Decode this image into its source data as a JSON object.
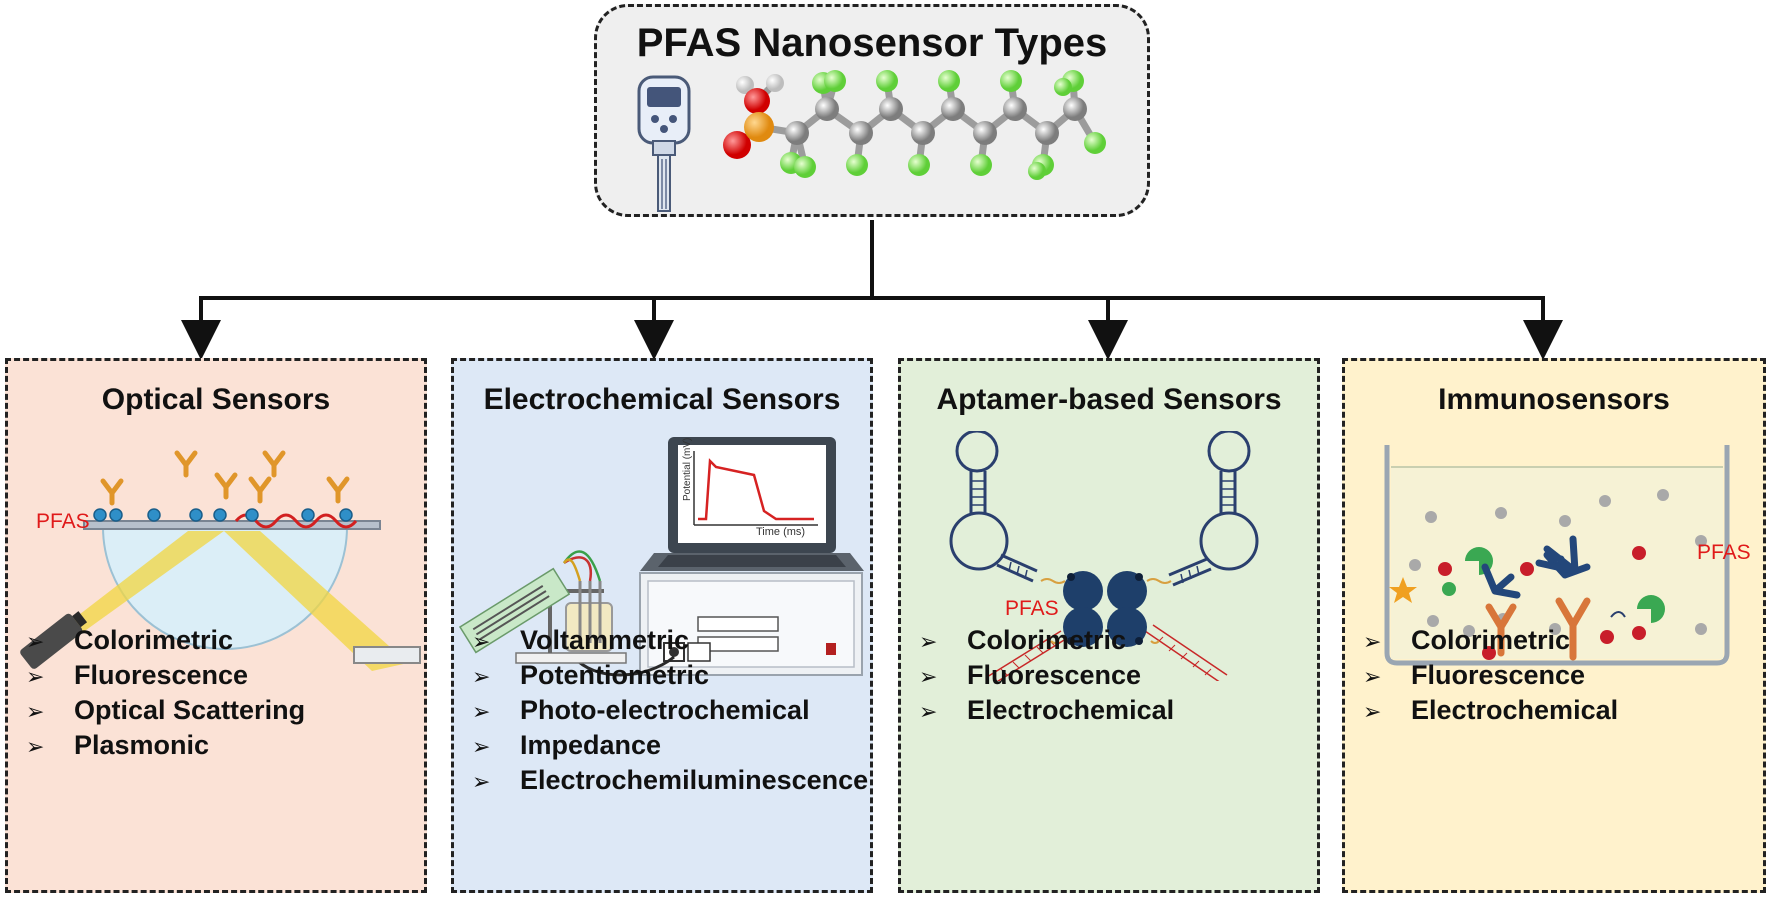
{
  "root": {
    "title": "PFAS Nanosensor Types"
  },
  "panels": [
    {
      "title": "Optical Sensors",
      "bg": "#fbe2d6",
      "label": "PFAS",
      "methods": [
        "Colorimetric",
        "Fluorescence",
        "Optical Scattering",
        "Plasmonic"
      ]
    },
    {
      "title": "Electrochemical Sensors",
      "bg": "#dde8f6",
      "plot_ylabel": "Potential (mV)",
      "plot_xlabel": "Time (ms)",
      "methods": [
        "Voltammetric",
        "Potentiometric",
        "Photo-electrochemical",
        "Impedance",
        "Electrochemiluminescence"
      ]
    },
    {
      "title": "Aptamer-based Sensors",
      "bg": "#e2efd9",
      "label": "PFAS",
      "methods": [
        "Colorimetric",
        "Fluorescence",
        "Electrochemical"
      ]
    },
    {
      "title": "Immunosensors",
      "bg": "#fff2cc",
      "label": "PFAS",
      "methods": [
        "Colorimetric",
        "Fluorescence",
        "Electrochemical"
      ]
    }
  ]
}
